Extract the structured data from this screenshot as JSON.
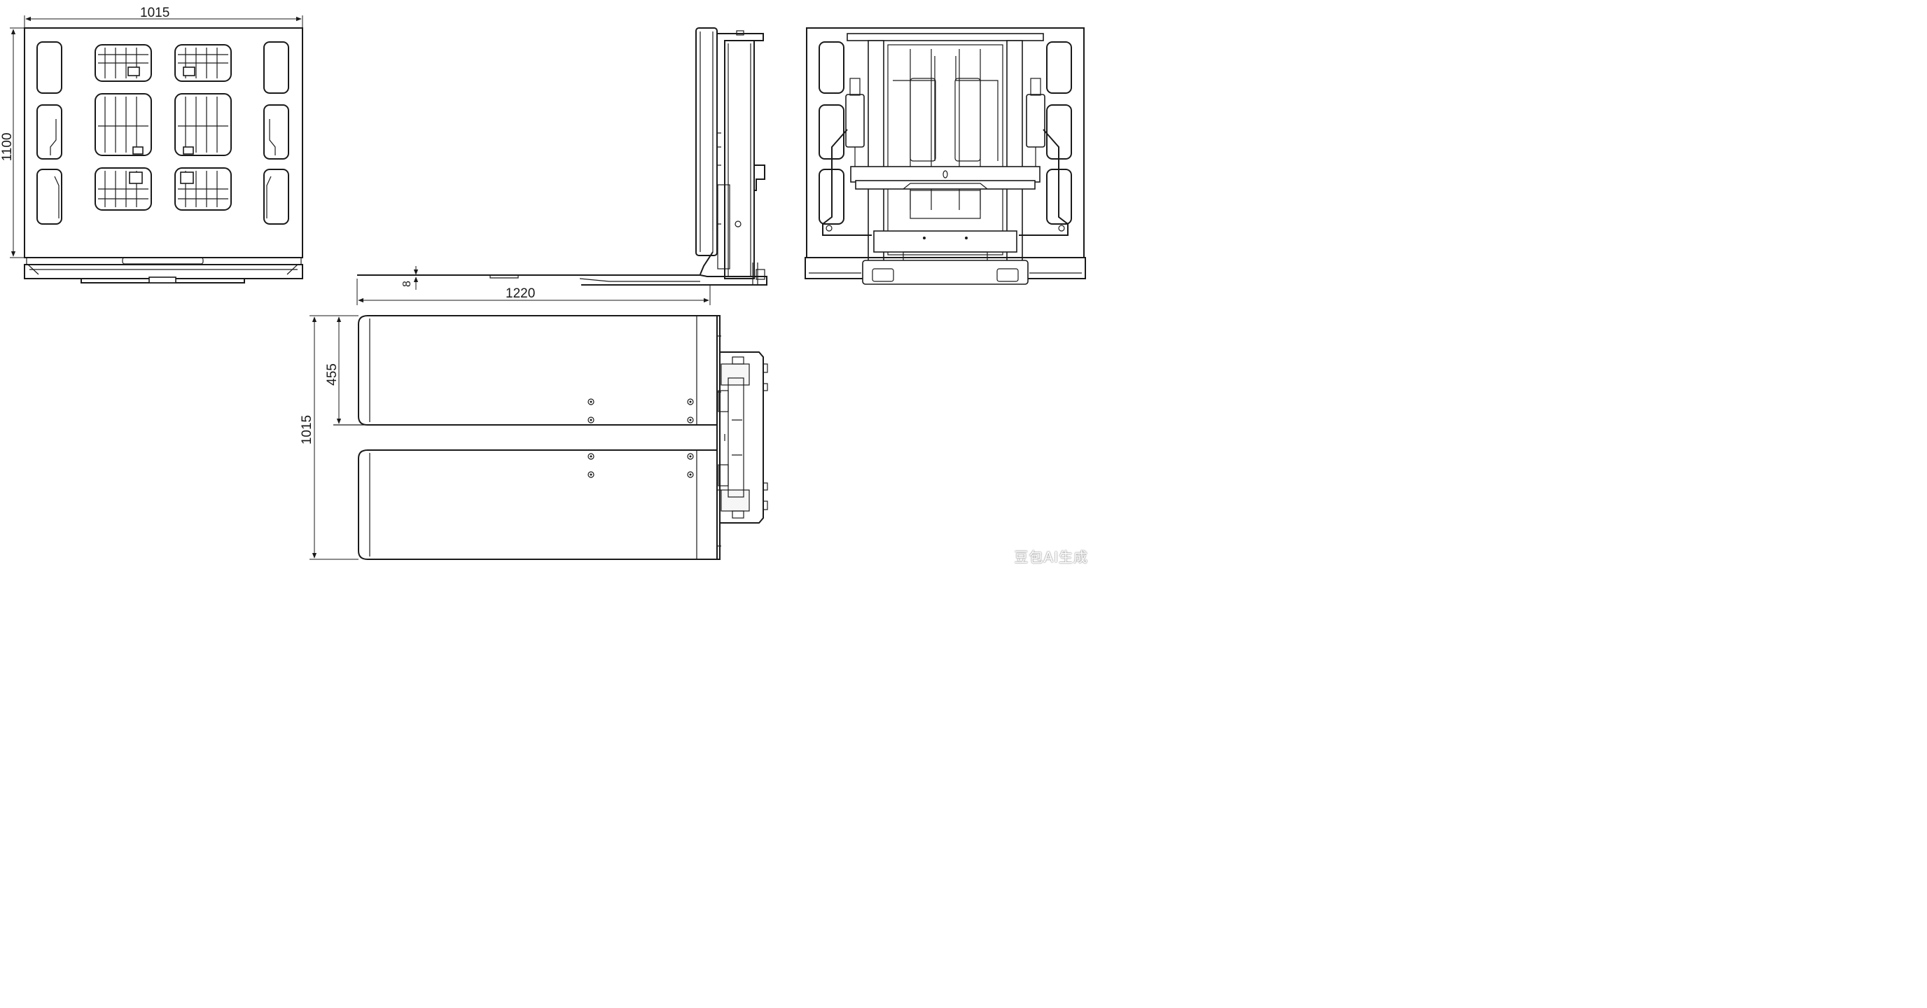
{
  "dimensions": {
    "front_width": "1015",
    "front_height": "1100",
    "side_thickness": "8",
    "side_length": "1220",
    "plan_fork_width": "455",
    "plan_total_width": "1015"
  },
  "watermark": "豆包AI生成",
  "colors": {
    "line": "#1a1a1a",
    "background": "#ffffff"
  }
}
